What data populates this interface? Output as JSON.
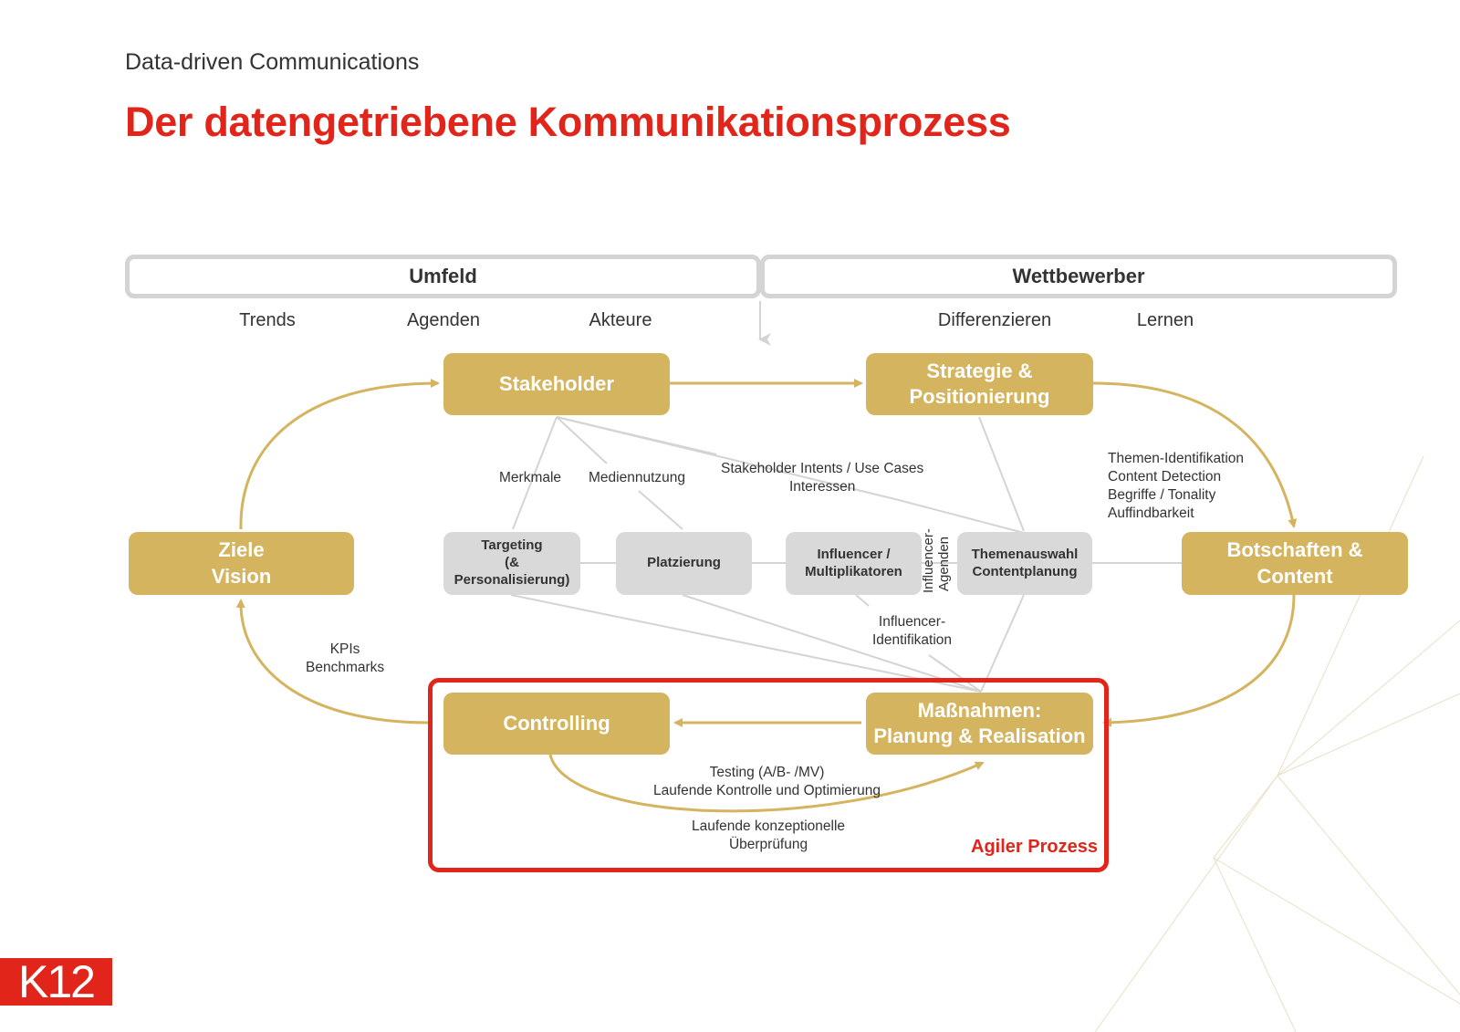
{
  "header": {
    "subtitle": "Data-driven Communications",
    "title": "Der datengetriebene Kommunikationsprozess"
  },
  "top_boxes": {
    "umfeld": "Umfeld",
    "wettbewerber": "Wettbewerber"
  },
  "top_labels": {
    "trends": "Trends",
    "agenden": "Agenden",
    "akteure": "Akteure",
    "differenzieren": "Differenzieren",
    "lernen": "Lernen"
  },
  "main_nodes": {
    "stakeholder": "Stakeholder",
    "strategie_1": "Strategie &",
    "strategie_2": "Positionierung",
    "ziele_1": "Ziele",
    "ziele_2": "Vision",
    "botschaften_1": "Botschaften &",
    "botschaften_2": "Content",
    "controlling": "Controlling",
    "massnahmen_1": "Maßnahmen:",
    "massnahmen_2": "Planung & Realisation"
  },
  "sub_nodes": {
    "targeting_1": "Targeting",
    "targeting_2": "(&",
    "targeting_3": "Personalisierung)",
    "platzierung": "Platzierung",
    "influencer_1": "Influencer /",
    "influencer_2": "Multiplikatoren",
    "themen_1": "Themenauswahl",
    "themen_2": "Contentplanung"
  },
  "annotations": {
    "merkmale": "Merkmale",
    "mediennutzung": "Mediennutzung",
    "intents_1": "Stakeholder Intents / Use Cases",
    "intents_2": "Interessen",
    "themen_ident_1": "Themen-Identifikation",
    "themen_ident_2": "Content Detection",
    "themen_ident_3": "Begriffe / Tonality",
    "themen_ident_4": "Auffindbarkeit",
    "influencer_agenden_1": "Influencer-",
    "influencer_agenden_2": "Agenden",
    "influencer_ident_1": "Influencer-",
    "influencer_ident_2": "Identifikation",
    "kpis_1": "KPIs",
    "kpis_2": "Benchmarks",
    "testing_1": "Testing (A/B- /MV)",
    "testing_2": "Laufende Kontrolle und Optimierung",
    "konzept_1": "Laufende konzeptionelle",
    "konzept_2": "Überprüfung",
    "agile": "Agiler Prozess"
  },
  "logo": {
    "text": "K12"
  },
  "colors": {
    "accent_red": "#e1251b",
    "gold": "#d4b45f",
    "grey_node": "#d9d9d9",
    "frame_grey": "#d4d4d4"
  }
}
